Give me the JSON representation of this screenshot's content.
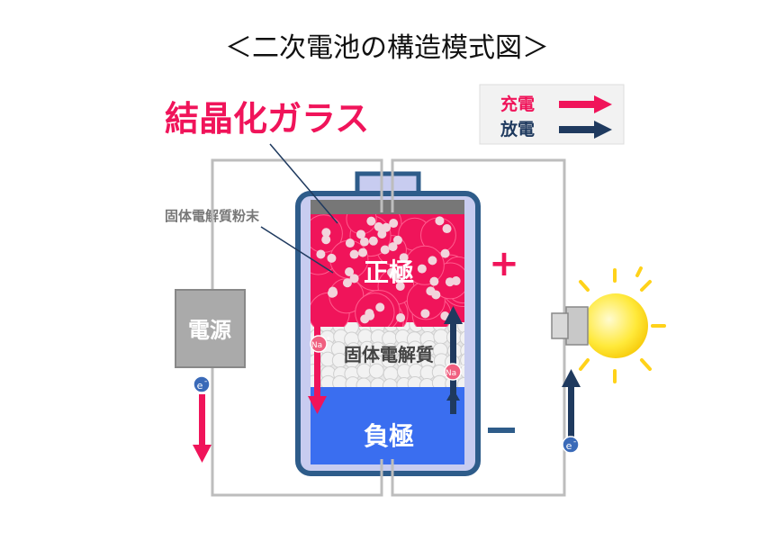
{
  "title": "＜二次電池の構造模式図＞",
  "legend": {
    "charge_label": "充電",
    "discharge_label": "放電",
    "charge_color": "#f0145a",
    "discharge_color": "#1f3a5f"
  },
  "labels": {
    "crystallized_glass": "結晶化ガラス",
    "electrolyte_powder": "固体電解質粉末",
    "cathode": "正極",
    "solid_electrolyte": "固体電解質",
    "anode": "負極",
    "power_source": "電源",
    "plus": "+",
    "minus": "−",
    "sodium_ion": "Na",
    "sodium_ion_sup": "+",
    "electron": "e",
    "electron_sup": "-"
  },
  "icons": {
    "light_bulb": "light-bulb-icon",
    "power_source": "power-source-icon"
  }
}
